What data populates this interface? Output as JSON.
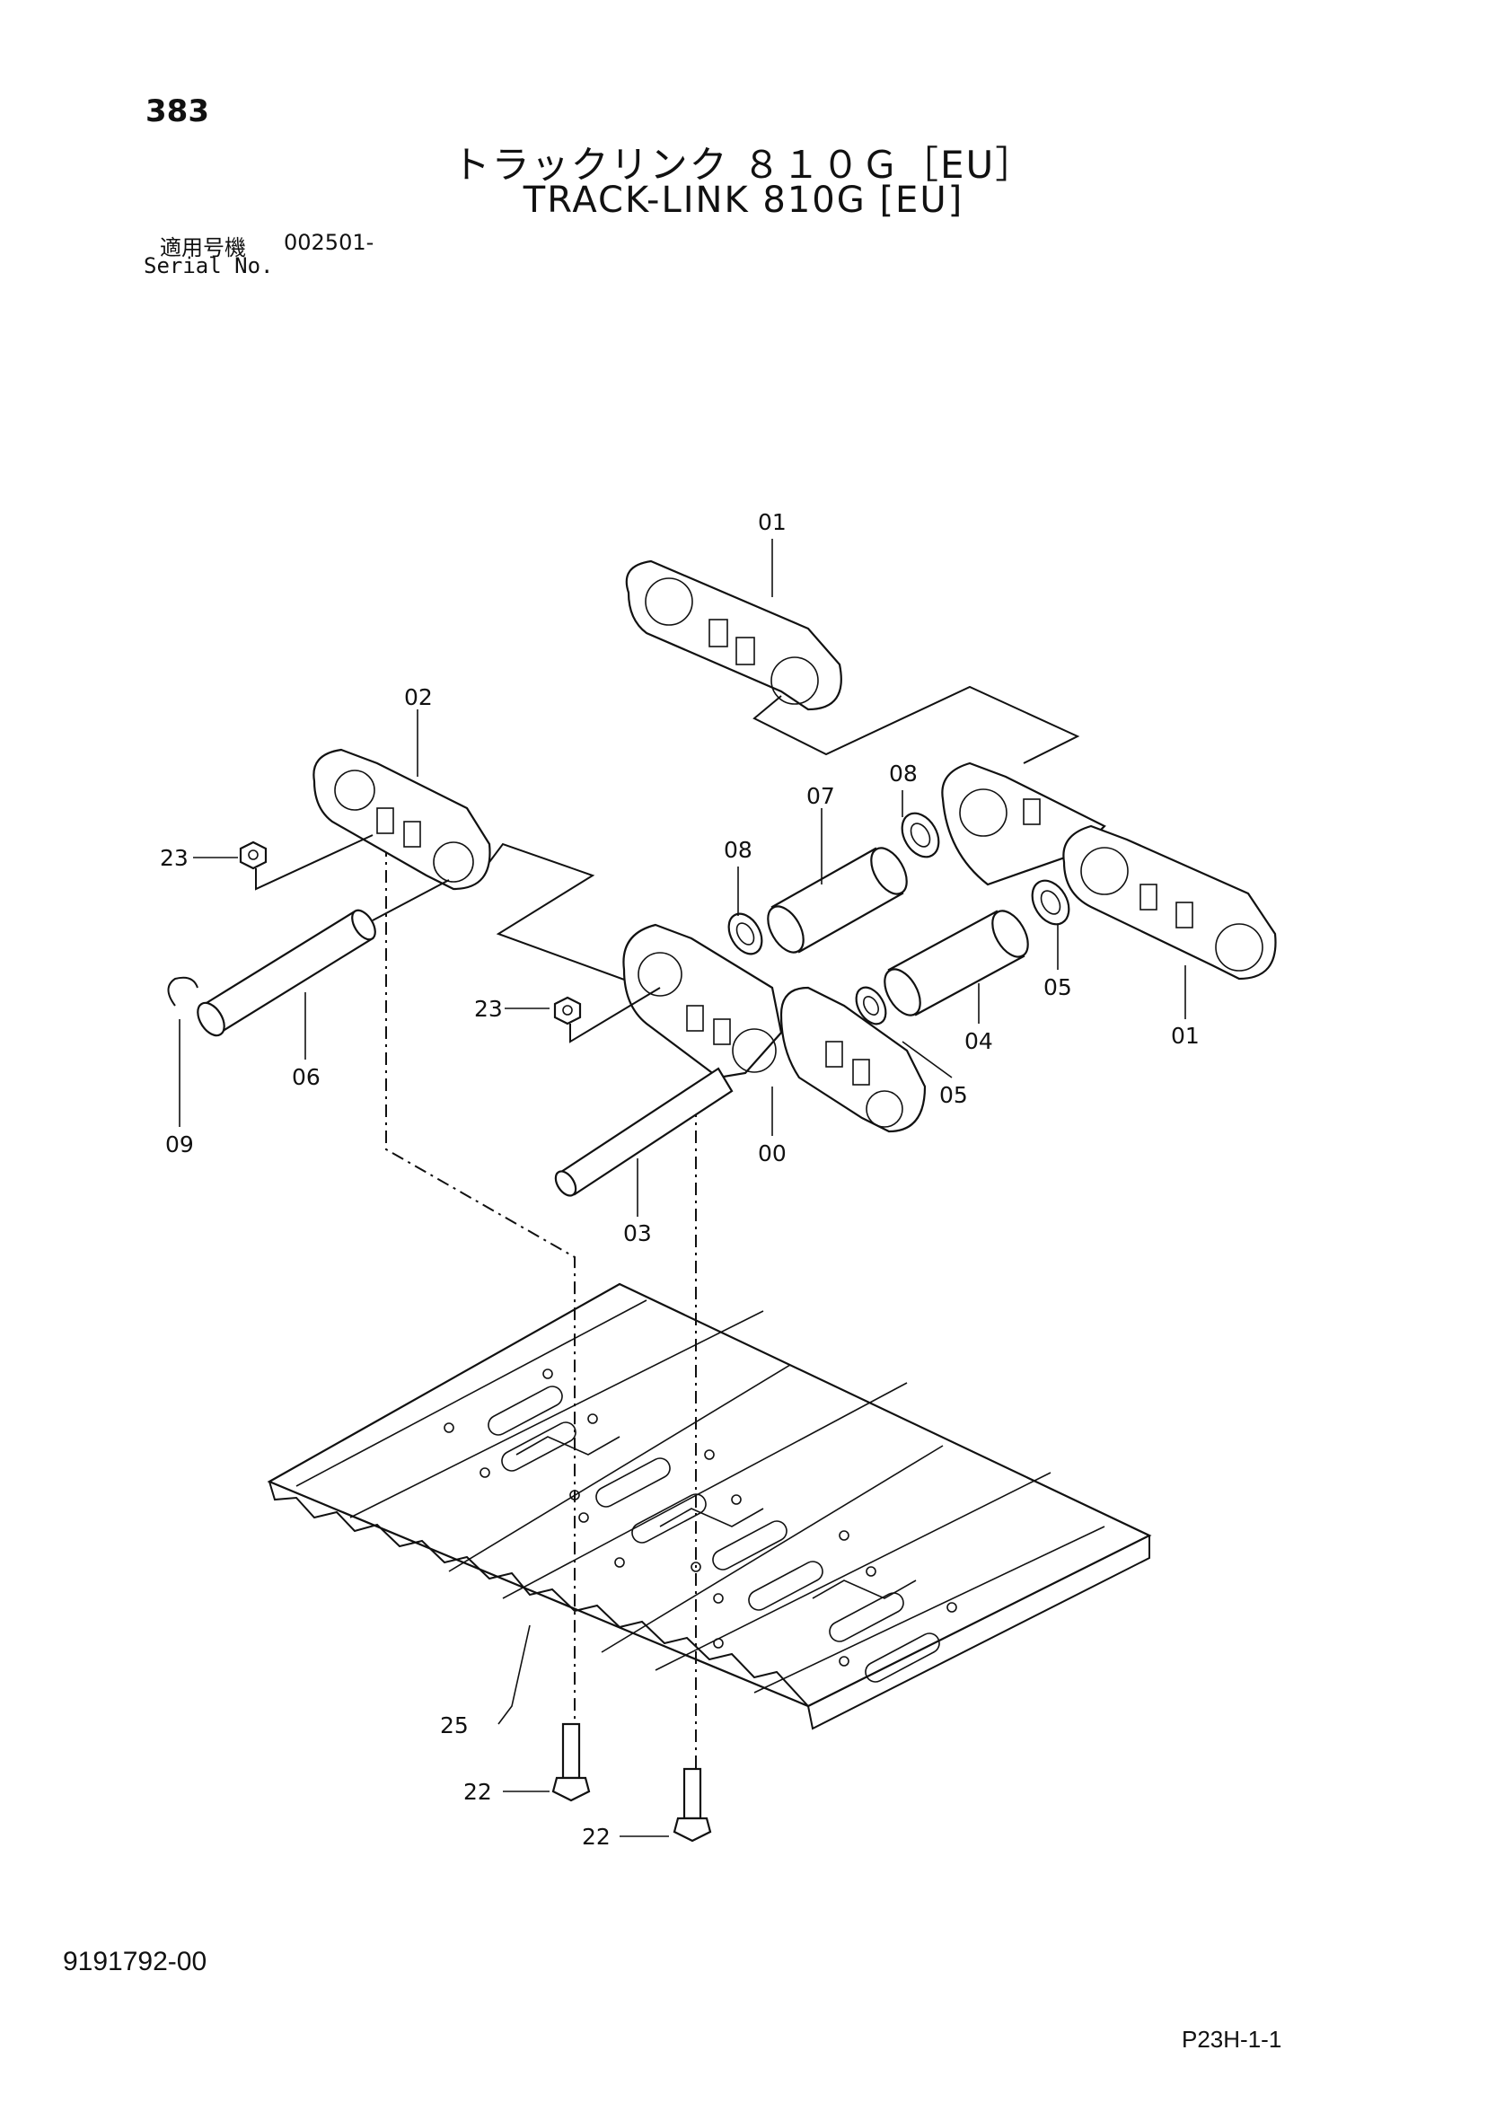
{
  "header": {
    "page_number": "383",
    "title_japanese": "トラックリンク ８１０Ｇ［EU］",
    "title_english": "TRACK-LINK 810G [EU]",
    "serial_label_japanese": "適用号機",
    "serial_value": "002501-",
    "serial_label_english": "Serial No."
  },
  "callouts": {
    "c01_top": "01",
    "c01_right": "01",
    "c02": "02",
    "c23_left": "23",
    "c23_mid": "23",
    "c06": "06",
    "c09": "09",
    "c08_left": "08",
    "c08_right": "08",
    "c07": "07",
    "c05_right": "05",
    "c05_mid": "05",
    "c04": "04",
    "c00": "00",
    "c03": "03",
    "c25": "25",
    "c22_left": "22",
    "c22_right": "22"
  },
  "footer": {
    "document_number": "9191792-00",
    "page_code": "P23H-1-1"
  }
}
